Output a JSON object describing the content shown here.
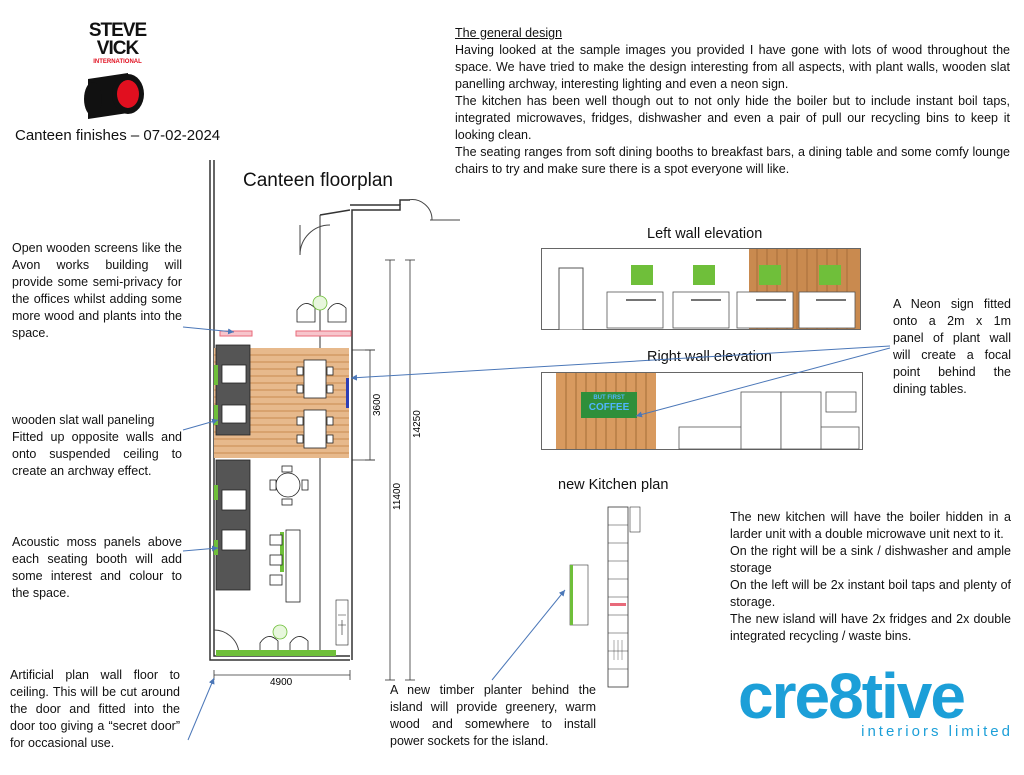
{
  "logo": {
    "line1": "STEVE",
    "line2": "VICK",
    "line3": "INTERNATIONAL"
  },
  "doc_title": "Canteen finishes – 07-02-2024",
  "general_design": {
    "heading": "The general design",
    "p1": "Having looked at the sample images you provided I have gone with lots of wood throughout the space. We have tried to make the design interesting from all aspects, with plant walls, wooden slat panelling archway, interesting lighting and even a neon sign.",
    "p2": "The kitchen has been well though out to not only hide the boiler but to include instant boil taps, integrated microwaves, fridges, dishwasher and even a pair of pull our recycling bins to keep it looking clean.",
    "p3": "The seating ranges from soft dining booths to breakfast bars, a dining table and some comfy lounge chairs to try and make sure there is a spot everyone will like."
  },
  "floorplan": {
    "title": "Canteen floorplan",
    "dim_3600": "3600",
    "dim_11400": "11400",
    "dim_14250": "14250",
    "dim_4900": "4900"
  },
  "notes": {
    "screens": "Open wooden screens like the Avon works building will provide some semi-privacy for the offices whilst adding some more wood and plants into the space.",
    "slat_line1": "wooden slat wall paneling",
    "slat_rest": "Fitted up opposite walls and onto suspended ceiling to create an archway effect.",
    "moss": "Acoustic moss panels above each seating booth will add some interest and colour to the space.",
    "plant_wall": "Artificial plan wall floor to ceiling. This will be cut around the door and fitted into the door too giving a “secret door” for occasional use.",
    "neon": "A Neon sign fitted onto a 2m x 1m panel of plant wall will create a focal point behind the dining tables.",
    "planter": "A new timber planter behind the island will provide greenery, warm wood and somewhere to install power sockets for the island."
  },
  "elevations": {
    "left_title": "Left wall elevation",
    "right_title": "Right wall elevation",
    "neon_line1": "BUT FIRST",
    "neon_line2": "COFFEE"
  },
  "kitchen": {
    "title": "new Kitchen plan",
    "p1": "The new kitchen will have the boiler hidden in a larder unit with a double microwave unit next to it.",
    "p2": "On the right will be a sink / dishwasher and ample storage",
    "p3": "On the left will be 2x instant boil taps and plenty of storage.",
    "p4": "The new island will have 2x fridges and 2x double integrated recycling / waste bins."
  },
  "brand": {
    "name": "cre8tive",
    "tagline": "interiors limited"
  },
  "colors": {
    "wood": "#c98a4f",
    "plant": "#6fbf3a",
    "neon_bg": "#2f8f3a",
    "neon_text": "#4fb6ff",
    "screen_pink": "#e86a7a",
    "arrow": "#4b77b8",
    "brand_blue": "#1c9fd8",
    "logo_red": "#e10f1f"
  }
}
